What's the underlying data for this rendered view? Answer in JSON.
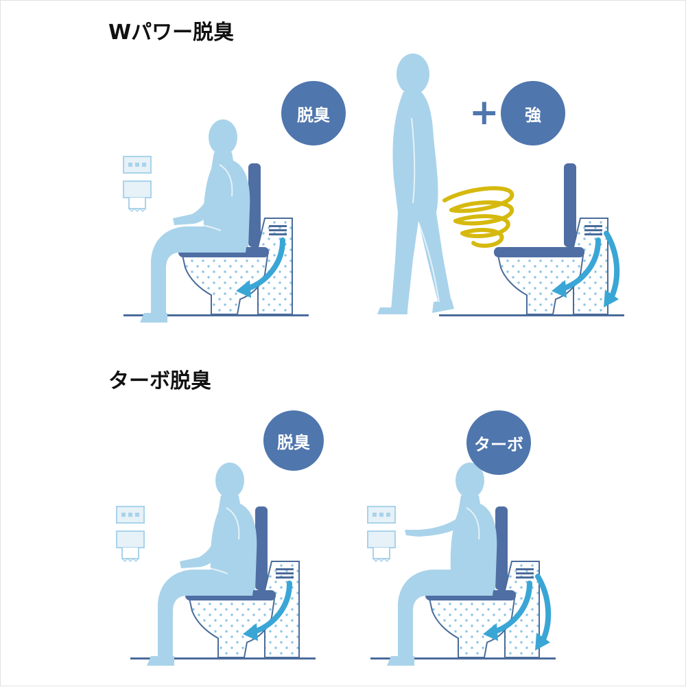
{
  "sections": [
    {
      "title": "Wパワー脱臭"
    },
    {
      "title": "ターボ脱臭"
    }
  ],
  "badges": {
    "deodorize_1": "脱臭",
    "strong": "強",
    "plus": "+",
    "deodorize_2": "脱臭",
    "turbo": "ターボ"
  },
  "colors": {
    "badge": "#4f76ad",
    "body": "#a9d3ea",
    "body_line": "#ffffff",
    "seat": "#4f6ea3",
    "arrow": "#3aa6d6",
    "odor_swirl": "#d6b90f",
    "dots": "#8cc4e4",
    "floor": "#4a6b9a"
  }
}
